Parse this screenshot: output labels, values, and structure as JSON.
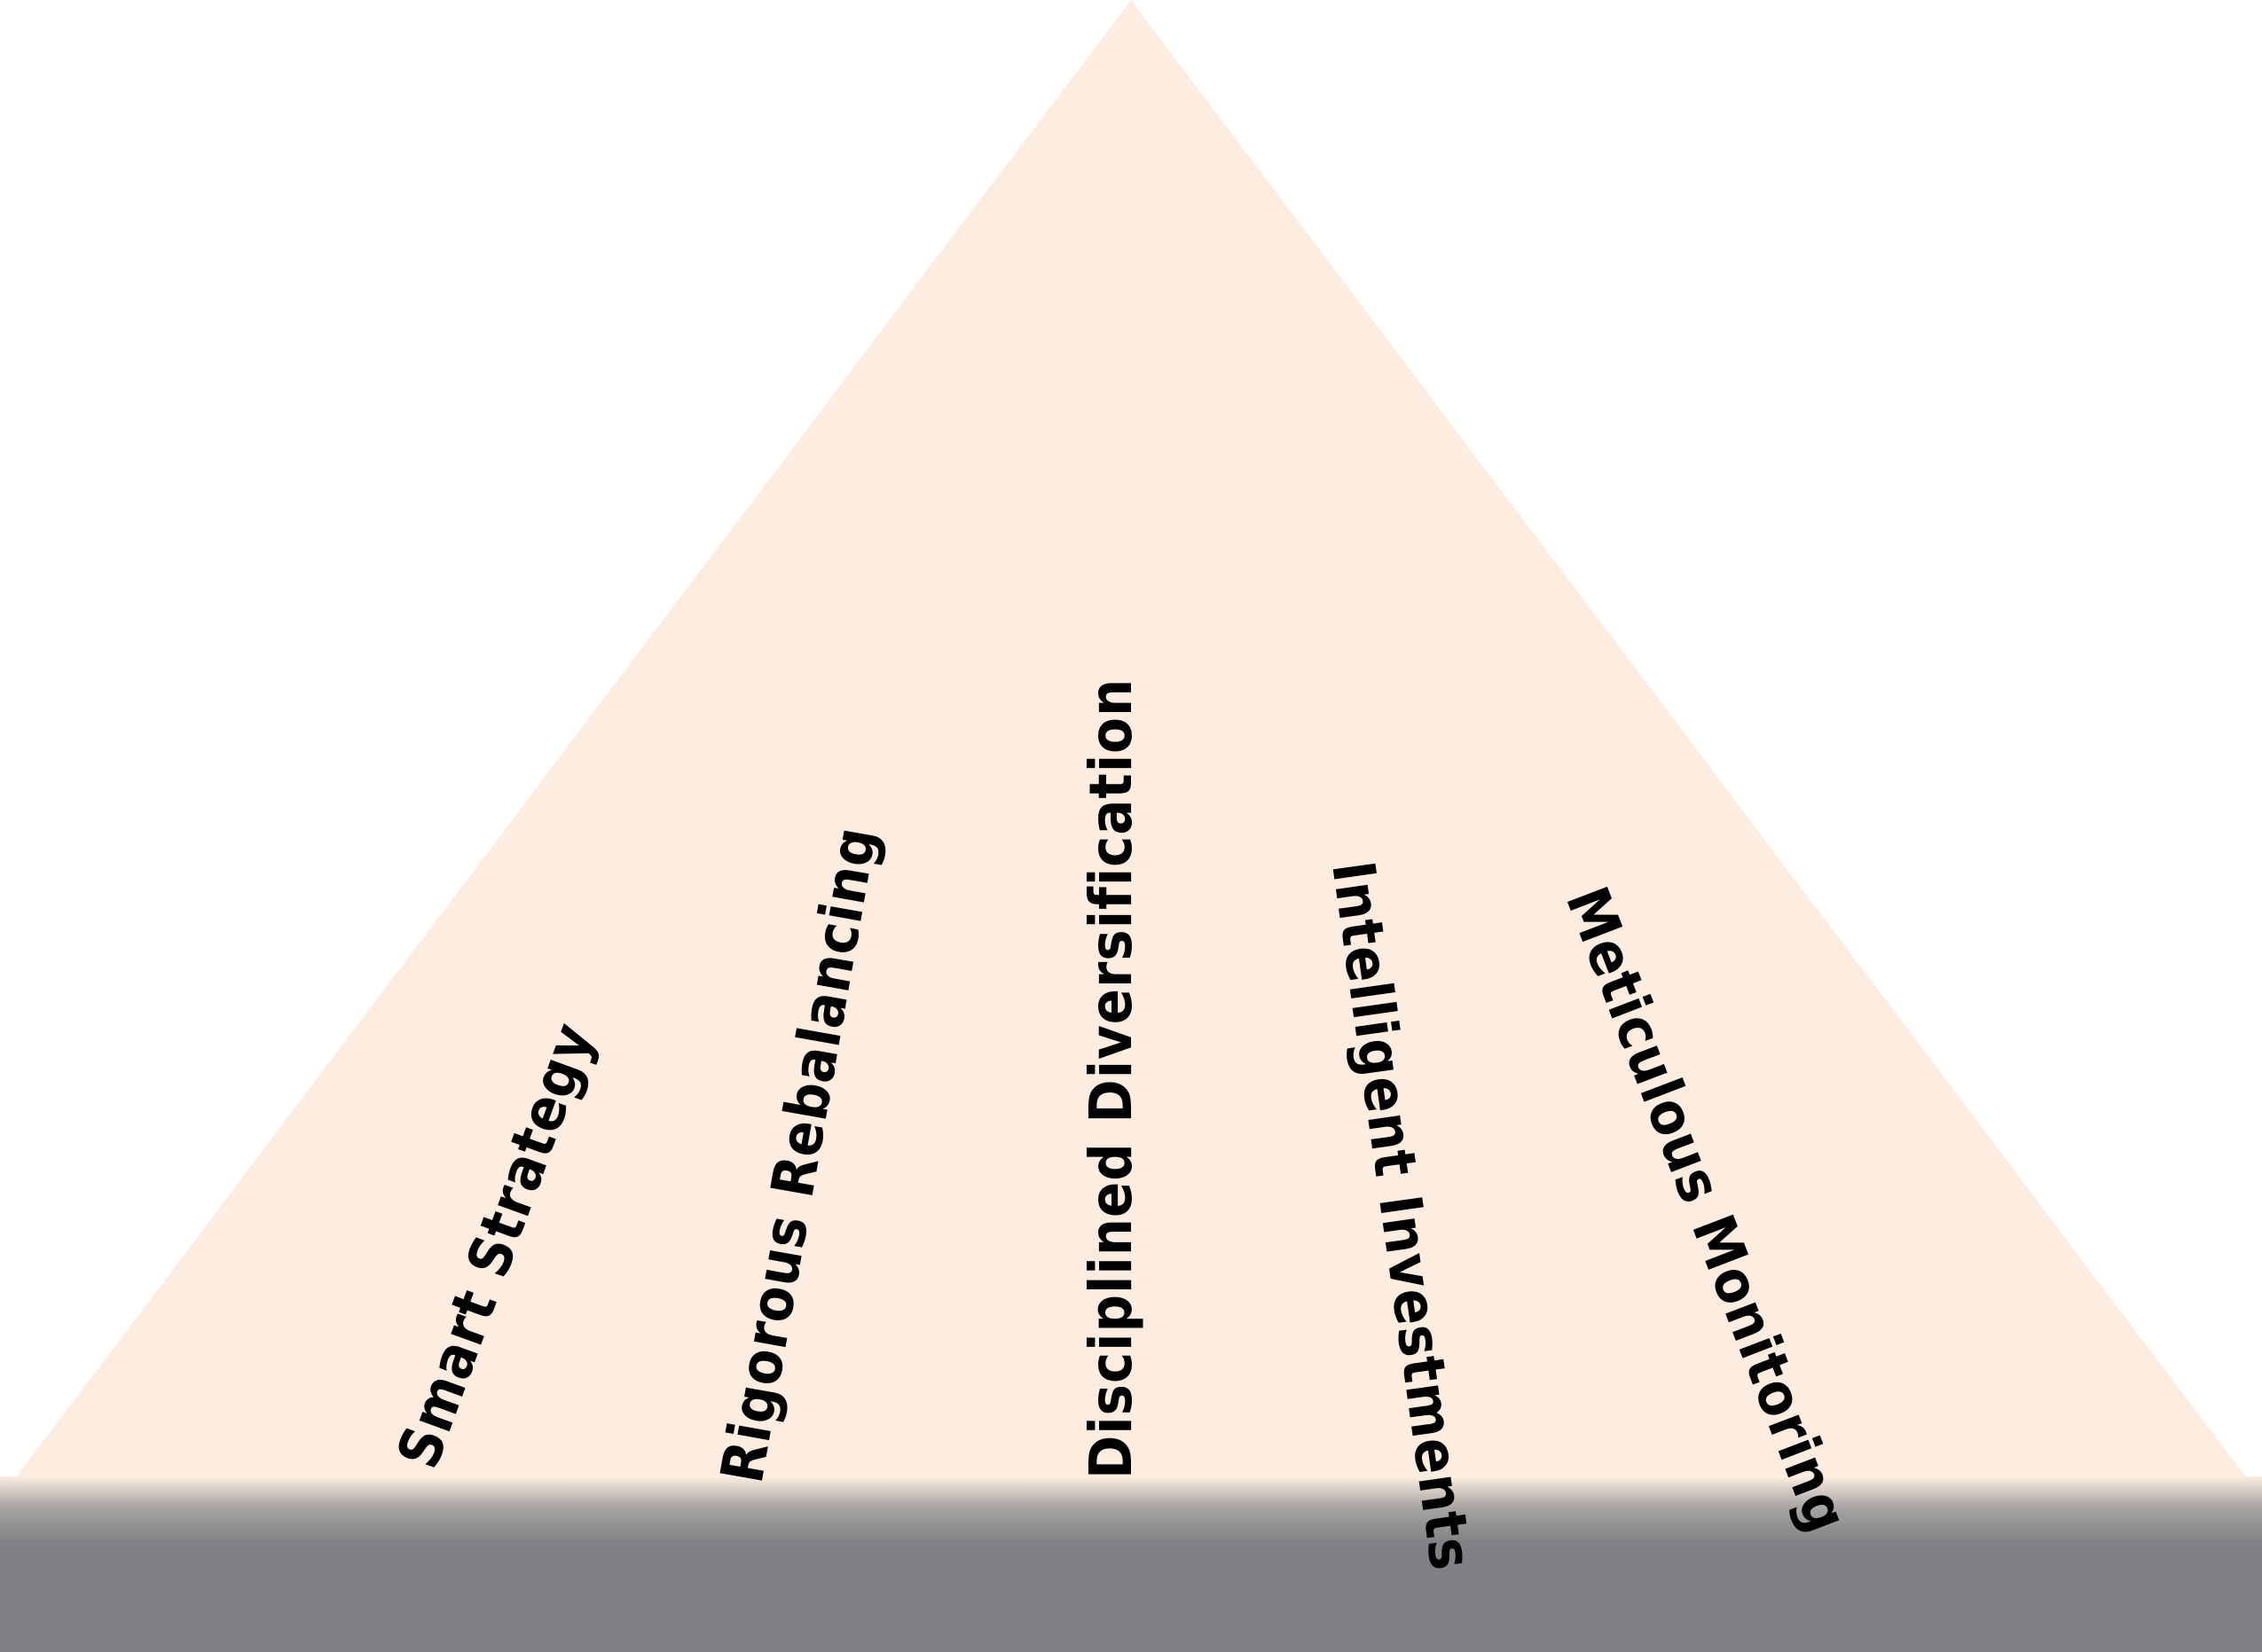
{
  "colors": {
    "pyramid_fill": "#FCEDE0",
    "ground_fill": "#808184",
    "ground_shadow_top": "#FCEDE0",
    "text": "#000000",
    "background": "#FFFFFF"
  },
  "pillars": [
    {
      "label": "Smart Strategy"
    },
    {
      "label": "Rigorous Rebalancing"
    },
    {
      "label": "Disciplined Diversification"
    },
    {
      "label": "Intelligent Investments"
    },
    {
      "label": "Meticulous Monitoring"
    }
  ]
}
